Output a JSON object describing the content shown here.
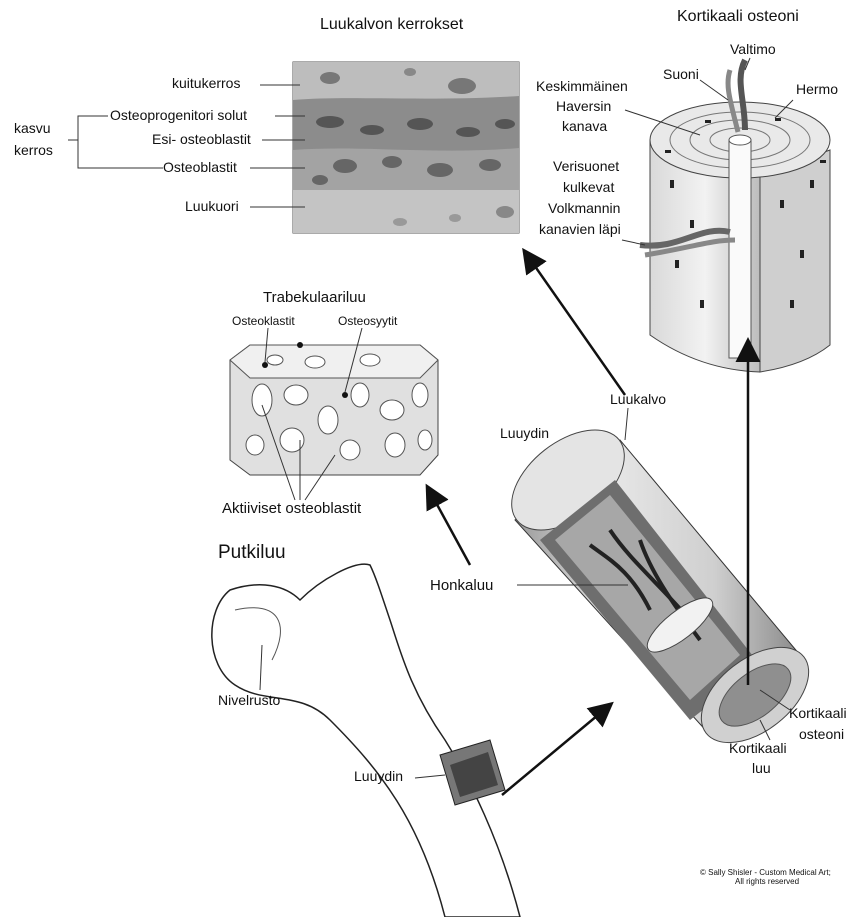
{
  "titles": {
    "layers": "Luukalvon kerrokset",
    "osteon": "Kortikaali osteoni",
    "trabecular": "Trabekulaariluu",
    "long_bone": "Putkiluu"
  },
  "layer_labels": {
    "fibrous": "kuitukerros",
    "growth_line1": "kasvu",
    "growth_line2": "kerros",
    "osteoprogenitor": "Osteoprogenitori solut",
    "pre_osteoblasts": "Esi- osteoblastit",
    "osteoblasts": "Osteoblastit",
    "cortex": "Luukuori"
  },
  "osteon_labels": {
    "artery": "Valtimo",
    "vein": "Suoni",
    "nerve": "Hermo",
    "haversian_line1": "Keskimmäinen",
    "haversian_line2": "Haversin",
    "haversian_line3": "kanava",
    "volkmann_line1": "Verisuonet",
    "volkmann_line2": "kulkevat",
    "volkmann_line3": "Volkmannin",
    "volkmann_line4": "kanavien läpi"
  },
  "trabecular_labels": {
    "osteoclasts": "Osteoklastit",
    "osteocytes": "Osteosyytit",
    "active_osteoblasts": "Aktiiviset osteoblastit"
  },
  "section_labels": {
    "marrow": "Luuydin",
    "periosteum": "Luukalvo",
    "spongy_bone": "Honkaluu",
    "cortical_osteon_line1": "Kortikaali",
    "cortical_osteon_line2": "osteoni",
    "cortical_bone_line1": "Kortikaali",
    "cortical_bone_line2": "luu"
  },
  "bone_labels": {
    "cartilage": "Nivelrusto",
    "marrow": "Luuydin"
  },
  "credit": {
    "line1": "© Sally Shisler - Custom Medical Art;",
    "line2": "All rights reserved"
  }
}
